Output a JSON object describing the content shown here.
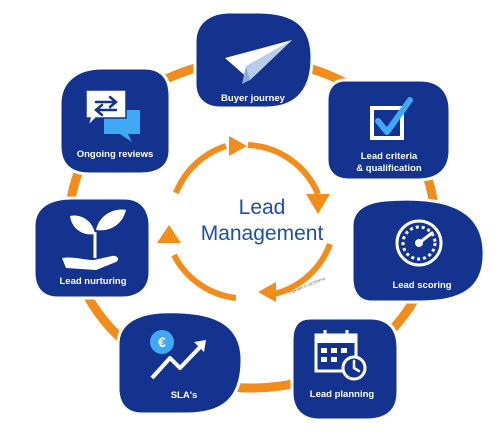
{
  "colors": {
    "ring": "#f28c1a",
    "node_fill": "#14338f",
    "node_stroke": "#ffffff",
    "center_text": "#1f4fa3",
    "icon_light": "#ffffff",
    "icon_accent": "#3fa9f5"
  },
  "center": {
    "line1": "Lead",
    "line2": "Management",
    "copyright": "Copyright © i-SCOOP.eu"
  },
  "nodes": [
    {
      "id": "buyer-journey",
      "label1": "Buyer journey",
      "label2": "",
      "icon": "paper-plane-icon"
    },
    {
      "id": "lead-criteria",
      "label1": "Lead criteria",
      "label2": "& qualification",
      "icon": "checkbox-icon"
    },
    {
      "id": "lead-scoring",
      "label1": "Lead scoring",
      "label2": "",
      "icon": "speedometer-icon"
    },
    {
      "id": "lead-planning",
      "label1": "Lead planning",
      "label2": "",
      "icon": "calendar-clock-icon"
    },
    {
      "id": "slas",
      "label1": "SLA's",
      "label2": "",
      "icon": "euro-growth-icon"
    },
    {
      "id": "lead-nurturing",
      "label1": "Lead nurturing",
      "label2": "",
      "icon": "hand-plant-icon"
    },
    {
      "id": "ongoing-reviews",
      "label1": "Ongoing reviews",
      "label2": "",
      "icon": "review-bubbles-icon"
    }
  ]
}
